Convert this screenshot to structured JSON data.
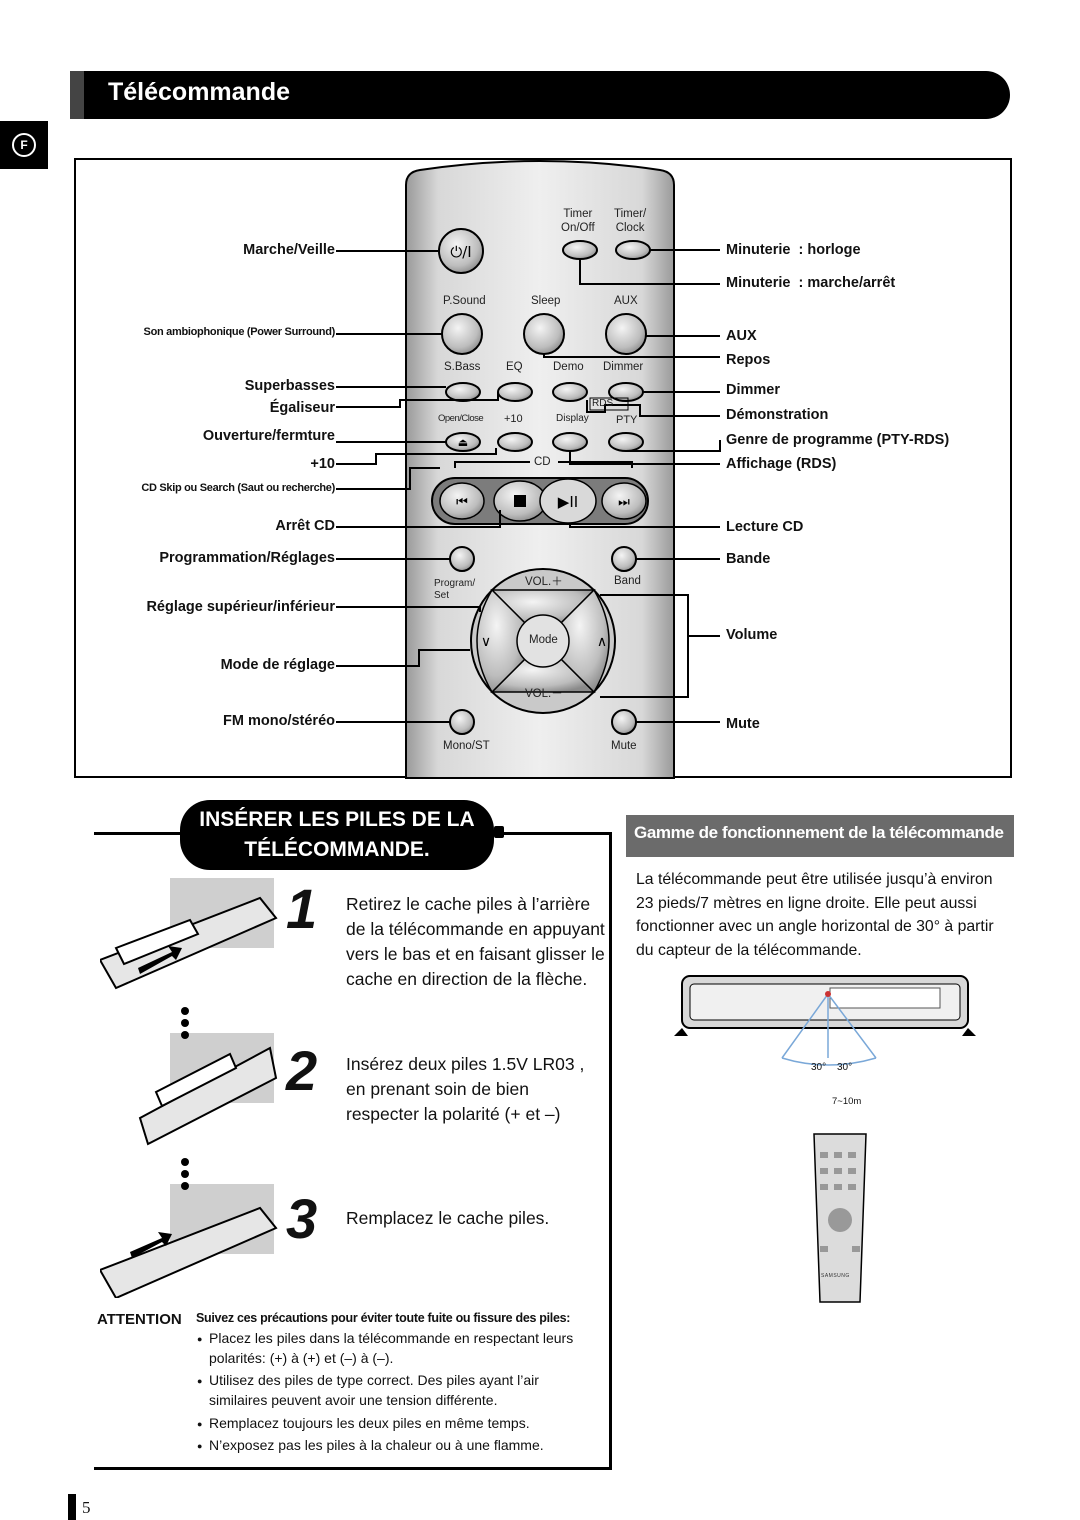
{
  "header": {
    "title": "Télécommande",
    "lang_badge": "F"
  },
  "remote": {
    "left_labels": [
      "Marche/Veille",
      "Son ambiophonique (Power Surround)",
      "Superbasses",
      "Égaliseur",
      "Ouverture/fermture",
      "+10",
      "CD Skip ou Search (Saut ou recherche)",
      "Arrêt CD",
      "Programmation/Réglages",
      "Réglage supérieur/inférieur",
      "Mode de réglage",
      "FM mono/stéréo"
    ],
    "right_labels": [
      "Minuterie  : horloge",
      "Minuterie  : marche/arrêt",
      "AUX",
      "Repos",
      "Dimmer",
      "Démonstration",
      "Genre de programme (PTY-RDS)",
      "Affichage (RDS)",
      "Lecture CD",
      "Bande",
      "Volume",
      "Mute"
    ],
    "button_texts": {
      "timer_onoff": "Timer\nOn/Off",
      "timer_clock": "Timer/\nClock",
      "psound": "P.Sound",
      "sleep": "Sleep",
      "aux": "AUX",
      "sbass": "S.Bass",
      "eq": "EQ",
      "demo": "Demo",
      "dimmer": "Dimmer",
      "rds": "RDS",
      "openclose": "Open/Close",
      "plus10": "+10",
      "display": "Display",
      "pty": "PTY",
      "cd": "CD",
      "program": "Program/\nSet",
      "band": "Band",
      "vol_up": "VOL.＋",
      "vol_down": "VOL.－",
      "mode": "Mode",
      "mono": "Mono/ST",
      "mute": "Mute"
    }
  },
  "batteries": {
    "title_line1": "INSÉRER LES PILES DE LA",
    "title_line2": "TÉLÉCOMMANDE.",
    "steps": [
      {
        "num": "1",
        "text": "Retirez le cache piles à l’arrière de la télécommande en appuyant vers le bas et en faisant glisser le cache  en direction de la flèche."
      },
      {
        "num": "2",
        "text": "Insérez deux piles 1.5V LR03 , en prenant soin de bien respecter la polarité (+ et –)"
      },
      {
        "num": "3",
        "text": "Remplacez le cache piles."
      }
    ],
    "attention_label": "ATTENTION",
    "attention_title": "Suivez ces précautions pour éviter toute fuite ou fissure des piles:",
    "attention_items": [
      "Placez les piles dans la télécommande en respectant leurs polarités: (+) à (+) et (–) à (–).",
      "Utilisez des piles de type correct. Des piles ayant l’air similaires peuvent avoir une tension différente.",
      "Remplacez toujours les deux piles en même temps.",
      "N’exposez pas les piles à la chaleur ou à une flamme."
    ]
  },
  "range": {
    "title": "Gamme de fonctionnement de la télécommande",
    "text": "La télécommande peut être utilisée jusqu’à environ 23 pieds/7 mètres en ligne droite. Elle peut aussi fonctionner avec un angle horizontal de 30° à partir du capteur de la télécommande.",
    "angle_left": "30°",
    "angle_right": "30°",
    "distance": "7~10m",
    "brand": "SAMSUNG"
  },
  "page_number": "5"
}
